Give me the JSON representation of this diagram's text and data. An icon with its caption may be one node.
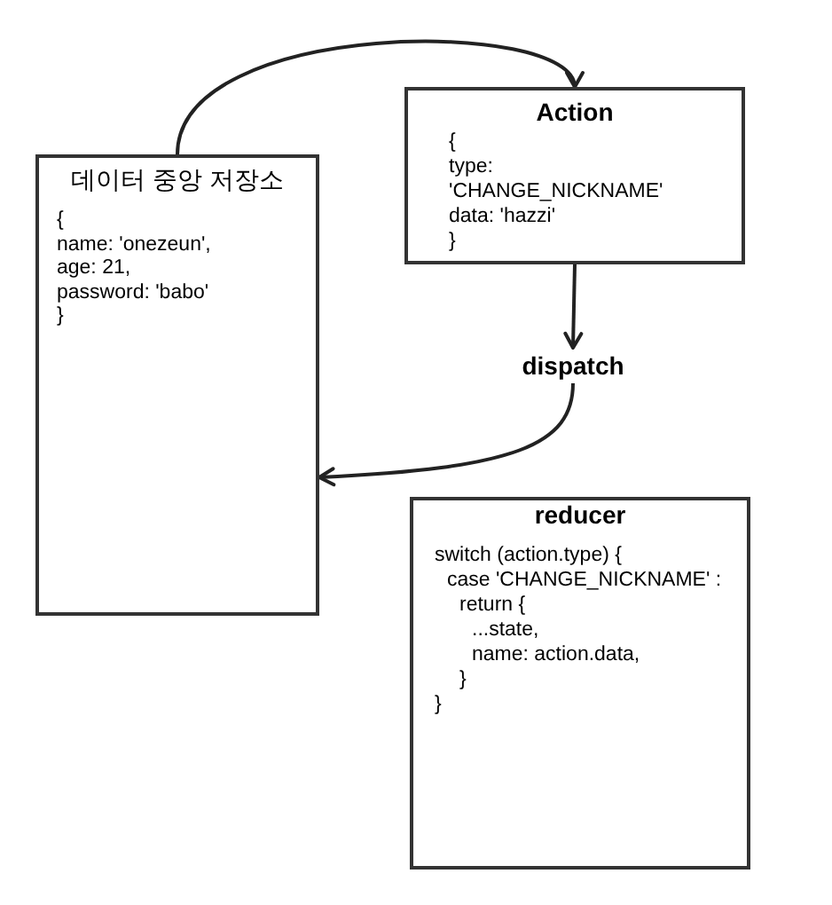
{
  "diagram": {
    "nodes": [
      {
        "text": [
          "데이터 중앙 저장소",
          "{",
          "name: 'onezeun',",
          "age: 21,",
          "password: 'babo'",
          "}"
        ]
      },
      {
        "text": [
          "Action",
          "{",
          "type: 'CHANGE_NICKNAME'",
          "data: 'hazzi'",
          "}"
        ]
      },
      {
        "text": [
          "dispatch"
        ]
      },
      {
        "text": [
          "reducer",
          "switch (action.type) {",
          "case 'CHANGE_NICKNAME' :",
          "return {",
          "...state,",
          "name: action.data,",
          "}",
          "}"
        ]
      }
    ],
    "edges": [
      {
        "from": 0,
        "to": 1,
        "arrow": "to"
      },
      {
        "from": 1,
        "to": 2,
        "arrow": "to"
      },
      {
        "from": 2,
        "to": 0,
        "arrow": "to"
      }
    ]
  }
}
